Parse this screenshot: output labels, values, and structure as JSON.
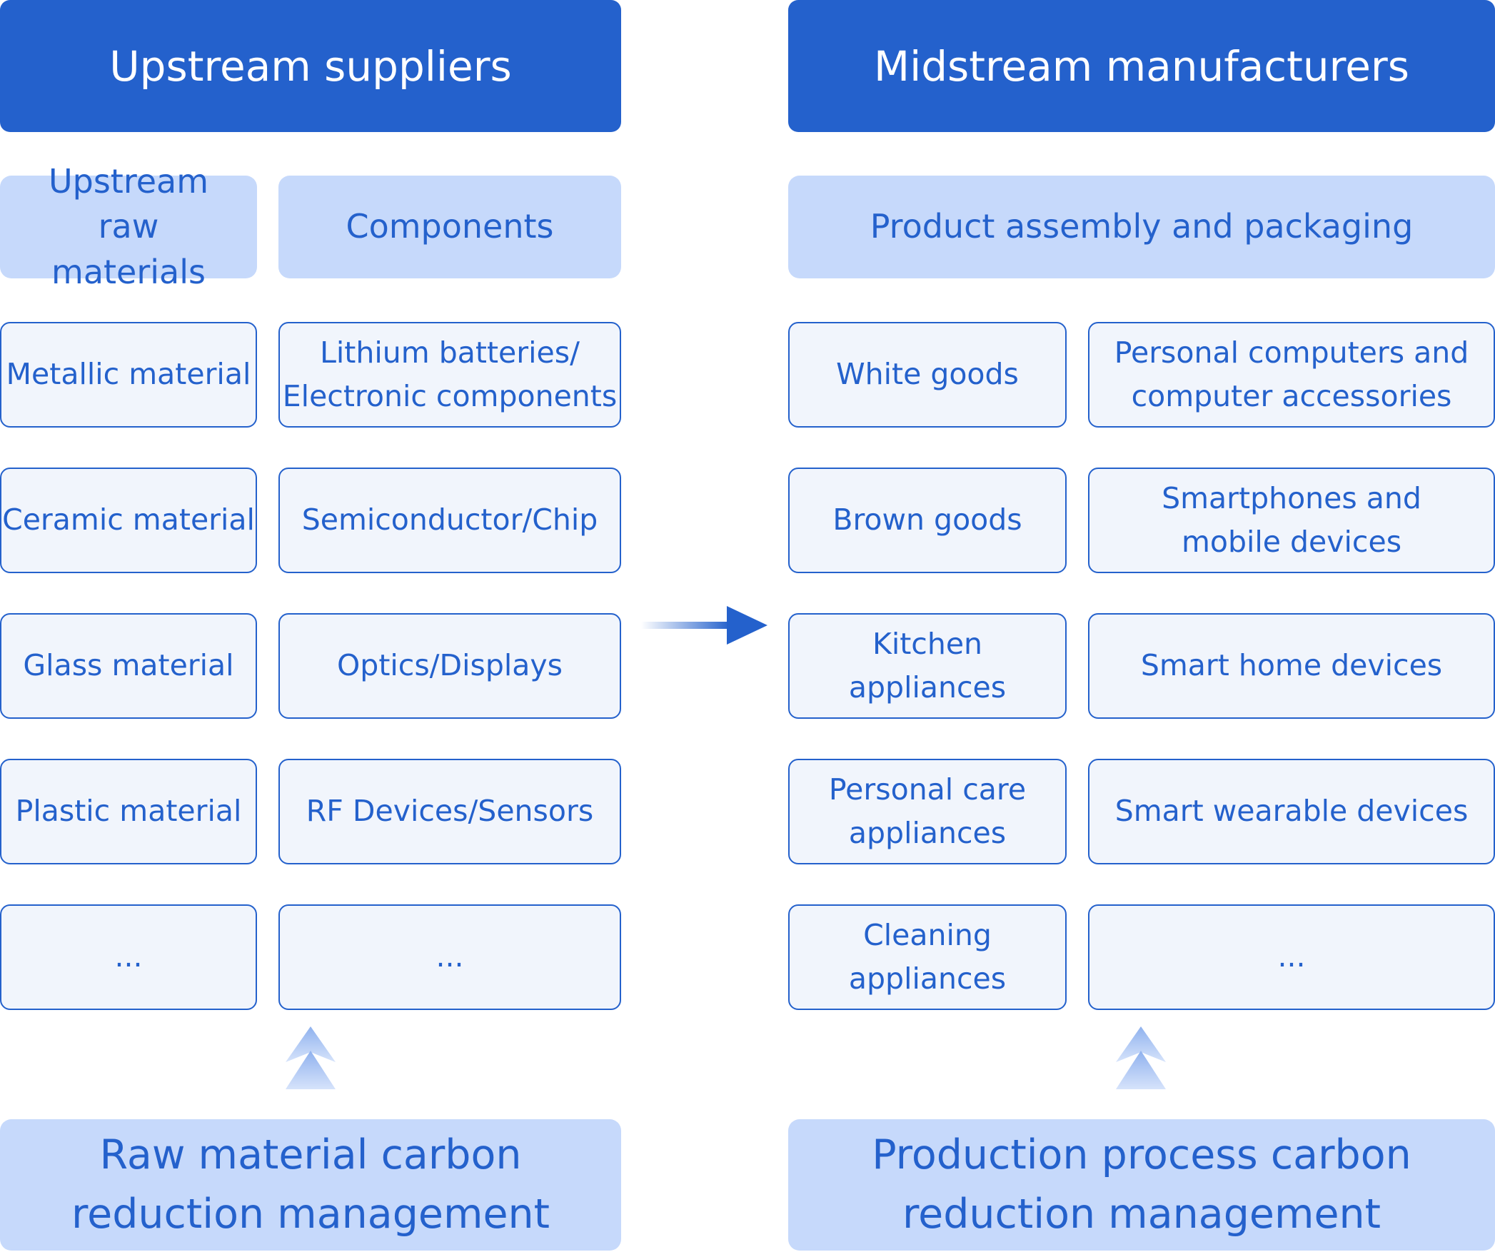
{
  "upstream": {
    "header": "Upstream suppliers",
    "raw_materials_title": "Upstream raw materials",
    "components_title": "Components",
    "raw_materials": [
      "Metallic material",
      "Ceramic material",
      "Glass material",
      "Plastic material",
      "..."
    ],
    "components": [
      "Lithium batteries/ Electronic components",
      "Semiconductor/Chip",
      "Optics/Displays",
      "RF Devices/Sensors",
      "..."
    ],
    "footer": "Raw material carbon reduction management"
  },
  "midstream": {
    "header": "Midstream manufacturers",
    "assembly_title": "Product assembly and packaging",
    "appliances": [
      "White goods",
      "Brown goods",
      "Kitchen appliances",
      "Personal care appliances",
      "Cleaning appliances"
    ],
    "devices": [
      "Personal computers and computer accessories",
      "Smartphones and mobile devices",
      "Smart home devices",
      "Smart wearable devices",
      "..."
    ],
    "footer": "Production process carbon reduction management"
  },
  "colors": {
    "primary": "#2461cc",
    "light_fill": "#c6d9fb",
    "cell_fill": "#f1f5fc"
  }
}
